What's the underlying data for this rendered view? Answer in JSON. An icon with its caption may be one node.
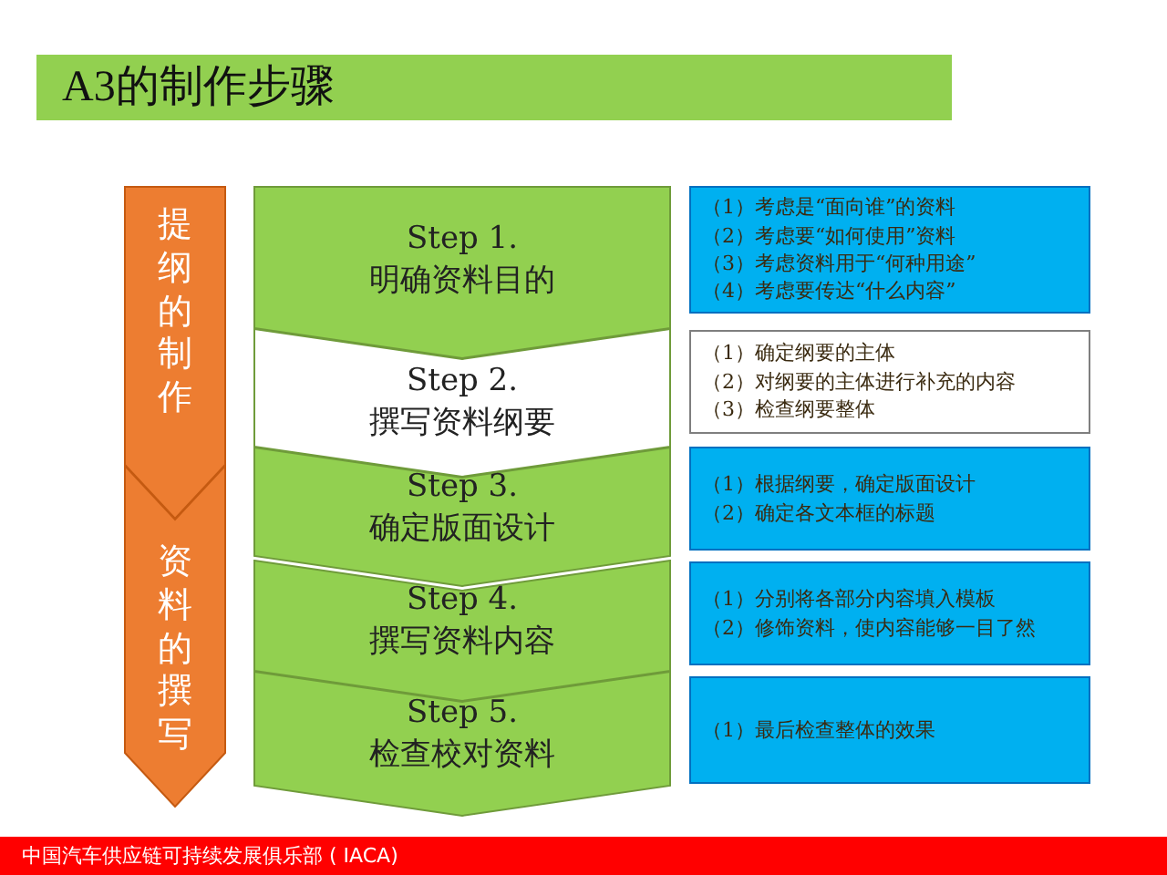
{
  "diagram": {
    "title": "A3的制作步骤",
    "nodes": [
      {
        "text": [
          "提纲的制作"
        ]
      },
      {
        "text": [
          "资料的撰写"
        ]
      },
      {
        "text": [
          "Step 1. 明确资料目的"
        ]
      },
      {
        "text": [
          "Step 2. 撰写资料纲要"
        ]
      },
      {
        "text": [
          "Step 3. 确定版面设计"
        ]
      },
      {
        "text": [
          "Step 4. 撰写资料内容"
        ]
      },
      {
        "text": [
          "Step 5. 检查校对资料"
        ]
      },
      {
        "text": [
          "（1）考虑是“面向谁”的资料",
          "（2）考虑要“如何使用”资料",
          "（3）考虑资料用于“何种用途”",
          "（4）考虑要传达“什么内容”"
        ]
      },
      {
        "text": [
          "（1）确定纲要的主体",
          "（2）对纲要的主体进行补充的内容",
          "（3）检查纲要整体"
        ]
      },
      {
        "text": [
          "（1）根据纲要，确定版面设计",
          "（2）确定各文本框的标题"
        ]
      },
      {
        "text": [
          "（1）分别将各部分内容填入模板",
          "（2）修饰资料，使内容能够一目了然"
        ]
      },
      {
        "text": [
          "（1）最后检查整体的效果"
        ]
      }
    ],
    "edges": [],
    "labels": [
      "中国汽车供应链可持续发展俱乐部 ( IACA)"
    ]
  }
}
